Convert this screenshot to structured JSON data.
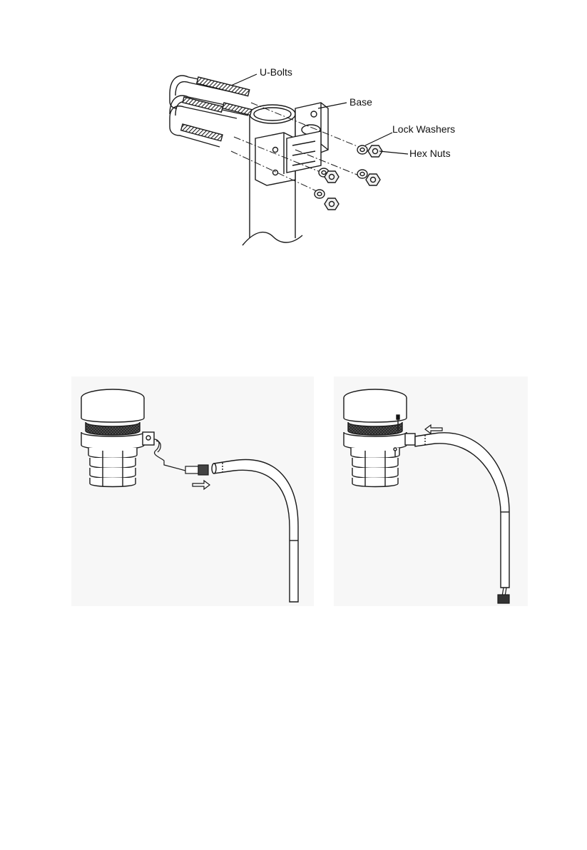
{
  "mount_diagram": {
    "labels": {
      "u_bolts": "U-Bolts",
      "base": "Base",
      "lock_washers": "Lock Washers",
      "hex_nuts": "Hex Nuts"
    }
  },
  "colors": {
    "line": "#1a1a1a",
    "mesh": "#3a3a3a",
    "panel_bg": "#f7f7f7",
    "page_bg": "#ffffff"
  }
}
